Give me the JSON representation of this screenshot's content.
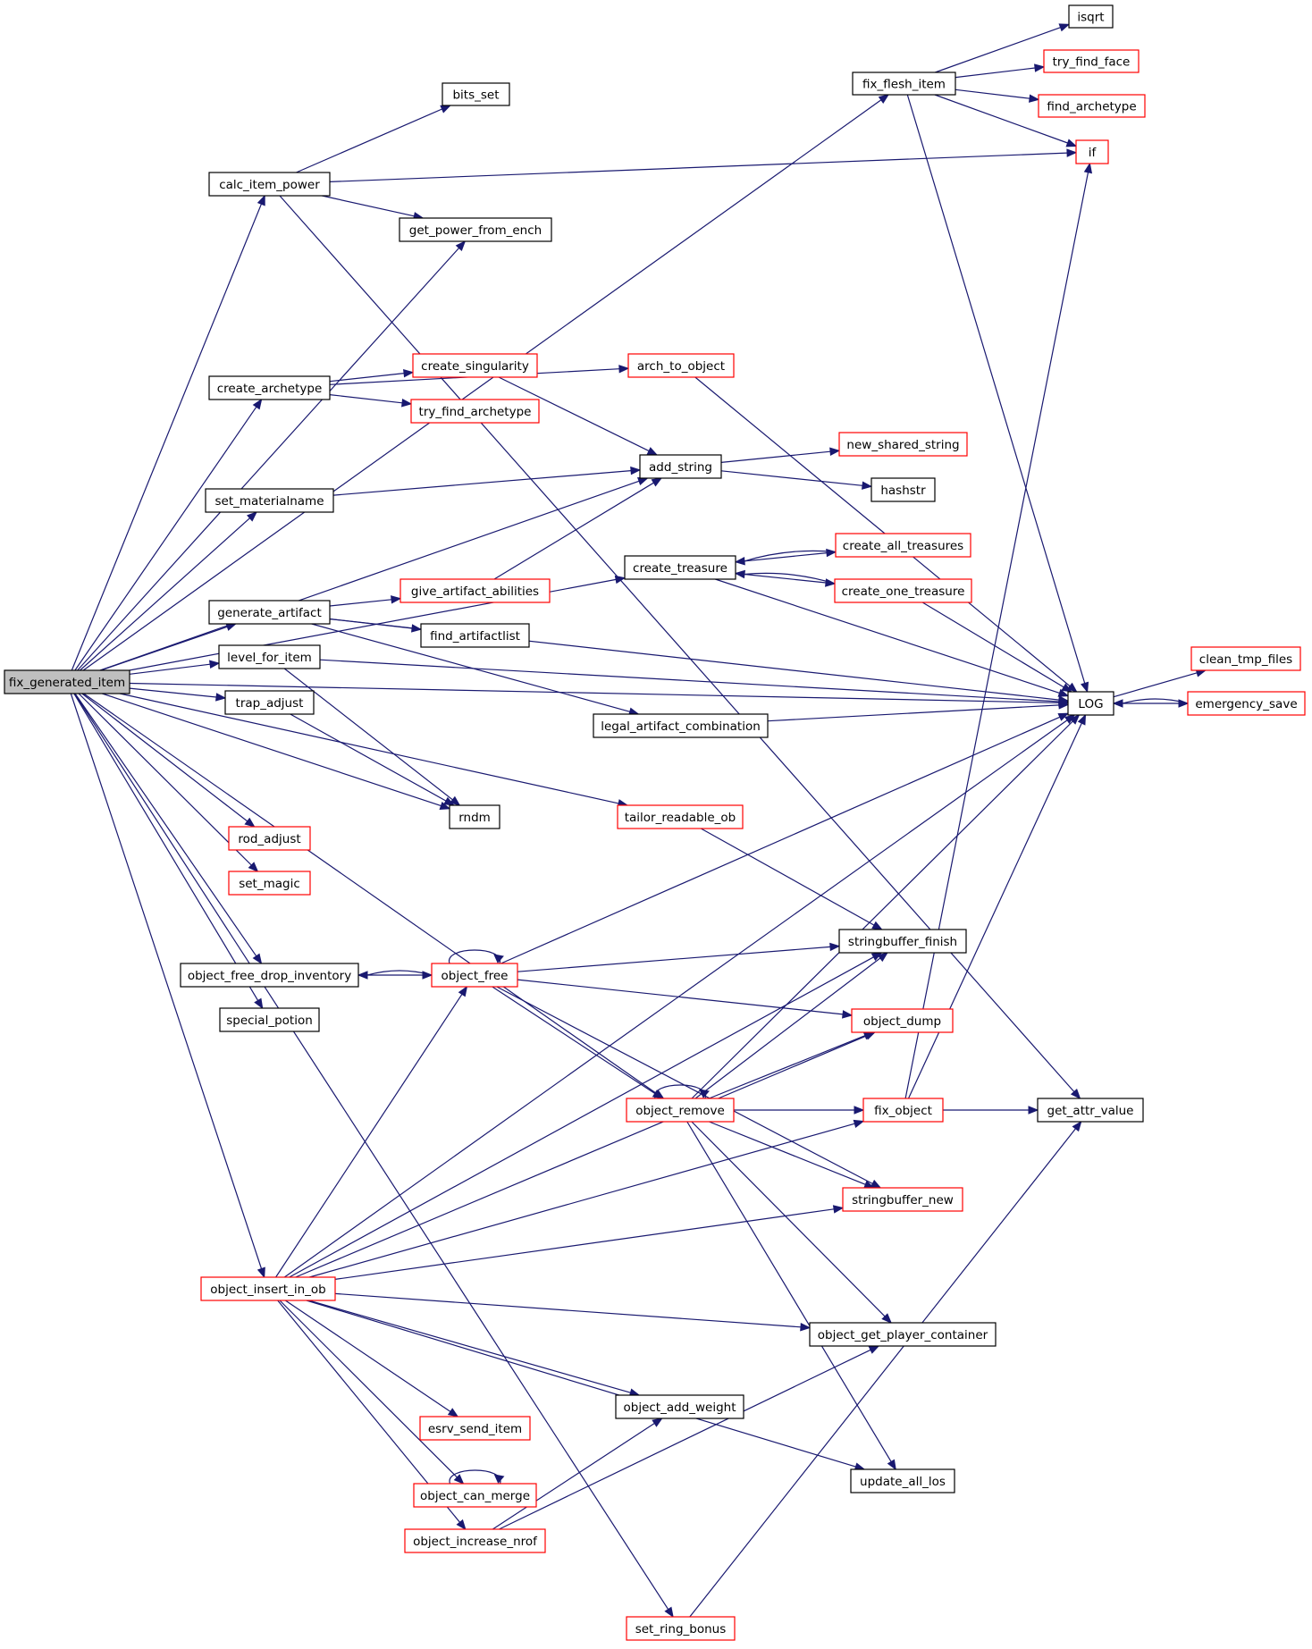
{
  "graph": {
    "root": "fix_generated_item",
    "colors": {
      "edge": "#191970",
      "normal_border": "#000000",
      "truncated_border": "#ff0000",
      "root_fill": "#bfbfbf"
    },
    "nodes": [
      {
        "id": "fix_generated_item",
        "label": "fix_generated_item",
        "style": "root"
      },
      {
        "id": "calc_item_power",
        "label": "calc_item_power",
        "style": "normal"
      },
      {
        "id": "bits_set",
        "label": "bits_set",
        "style": "normal"
      },
      {
        "id": "get_power_from_ench",
        "label": "get_power_from_ench",
        "style": "normal"
      },
      {
        "id": "fix_flesh_item",
        "label": "fix_flesh_item",
        "style": "normal"
      },
      {
        "id": "isqrt",
        "label": "isqrt",
        "style": "normal"
      },
      {
        "id": "try_find_face",
        "label": "try_find_face",
        "style": "truncated"
      },
      {
        "id": "find_archetype",
        "label": "find_archetype",
        "style": "truncated"
      },
      {
        "id": "if",
        "label": "if",
        "style": "truncated"
      },
      {
        "id": "create_archetype",
        "label": "create_archetype",
        "style": "normal"
      },
      {
        "id": "create_singularity",
        "label": "create_singularity",
        "style": "truncated"
      },
      {
        "id": "try_find_archetype",
        "label": "try_find_archetype",
        "style": "truncated"
      },
      {
        "id": "arch_to_object",
        "label": "arch_to_object",
        "style": "truncated"
      },
      {
        "id": "add_string",
        "label": "add_string",
        "style": "normal"
      },
      {
        "id": "new_shared_string",
        "label": "new_shared_string",
        "style": "truncated"
      },
      {
        "id": "hashstr",
        "label": "hashstr",
        "style": "normal"
      },
      {
        "id": "set_materialname",
        "label": "set_materialname",
        "style": "normal"
      },
      {
        "id": "create_treasure",
        "label": "create_treasure",
        "style": "normal"
      },
      {
        "id": "create_all_treasures",
        "label": "create_all_treasures",
        "style": "truncated"
      },
      {
        "id": "create_one_treasure",
        "label": "create_one_treasure",
        "style": "truncated"
      },
      {
        "id": "generate_artifact",
        "label": "generate_artifact",
        "style": "normal"
      },
      {
        "id": "give_artifact_abilities",
        "label": "give_artifact_abilities",
        "style": "truncated"
      },
      {
        "id": "find_artifactlist",
        "label": "find_artifactlist",
        "style": "normal"
      },
      {
        "id": "legal_artifact_combination",
        "label": "legal_artifact_combination",
        "style": "normal"
      },
      {
        "id": "level_for_item",
        "label": "level_for_item",
        "style": "normal"
      },
      {
        "id": "trap_adjust",
        "label": "trap_adjust",
        "style": "normal"
      },
      {
        "id": "rndm",
        "label": "rndm",
        "style": "normal"
      },
      {
        "id": "LOG",
        "label": "LOG",
        "style": "normal"
      },
      {
        "id": "clean_tmp_files",
        "label": "clean_tmp_files",
        "style": "truncated"
      },
      {
        "id": "emergency_save",
        "label": "emergency_save",
        "style": "truncated"
      },
      {
        "id": "tailor_readable_ob",
        "label": "tailor_readable_ob",
        "style": "truncated"
      },
      {
        "id": "rod_adjust",
        "label": "rod_adjust",
        "style": "truncated"
      },
      {
        "id": "set_magic",
        "label": "set_magic",
        "style": "truncated"
      },
      {
        "id": "stringbuffer_finish",
        "label": "stringbuffer_finish",
        "style": "normal"
      },
      {
        "id": "object_free_drop_inventory",
        "label": "object_free_drop_inventory",
        "style": "normal"
      },
      {
        "id": "object_free",
        "label": "object_free",
        "style": "truncated"
      },
      {
        "id": "object_dump",
        "label": "object_dump",
        "style": "truncated"
      },
      {
        "id": "special_potion",
        "label": "special_potion",
        "style": "normal"
      },
      {
        "id": "object_remove",
        "label": "object_remove",
        "style": "truncated"
      },
      {
        "id": "fix_object",
        "label": "fix_object",
        "style": "truncated"
      },
      {
        "id": "get_attr_value",
        "label": "get_attr_value",
        "style": "normal"
      },
      {
        "id": "stringbuffer_new",
        "label": "stringbuffer_new",
        "style": "truncated"
      },
      {
        "id": "object_insert_in_ob",
        "label": "object_insert_in_ob",
        "style": "truncated"
      },
      {
        "id": "object_get_player_container",
        "label": "object_get_player_container",
        "style": "normal"
      },
      {
        "id": "object_add_weight",
        "label": "object_add_weight",
        "style": "normal"
      },
      {
        "id": "esrv_send_item",
        "label": "esrv_send_item",
        "style": "truncated"
      },
      {
        "id": "object_can_merge",
        "label": "object_can_merge",
        "style": "truncated"
      },
      {
        "id": "update_all_los",
        "label": "update_all_los",
        "style": "normal"
      },
      {
        "id": "object_increase_nrof",
        "label": "object_increase_nrof",
        "style": "truncated"
      },
      {
        "id": "set_ring_bonus",
        "label": "set_ring_bonus",
        "style": "truncated"
      }
    ],
    "edges": [
      [
        "fix_generated_item",
        "calc_item_power"
      ],
      [
        "fix_generated_item",
        "fix_flesh_item"
      ],
      [
        "fix_generated_item",
        "get_power_from_ench"
      ],
      [
        "fix_generated_item",
        "LOG"
      ],
      [
        "fix_generated_item",
        "create_archetype"
      ],
      [
        "fix_generated_item",
        "add_string"
      ],
      [
        "fix_generated_item",
        "set_materialname"
      ],
      [
        "fix_generated_item",
        "create_treasure"
      ],
      [
        "fix_generated_item",
        "generate_artifact"
      ],
      [
        "fix_generated_item",
        "level_for_item"
      ],
      [
        "fix_generated_item",
        "trap_adjust"
      ],
      [
        "fix_generated_item",
        "rndm"
      ],
      [
        "fix_generated_item",
        "tailor_readable_ob"
      ],
      [
        "fix_generated_item",
        "rod_adjust"
      ],
      [
        "fix_generated_item",
        "set_magic"
      ],
      [
        "fix_generated_item",
        "object_free_drop_inventory"
      ],
      [
        "fix_generated_item",
        "special_potion"
      ],
      [
        "fix_generated_item",
        "object_remove"
      ],
      [
        "fix_generated_item",
        "object_insert_in_ob"
      ],
      [
        "fix_generated_item",
        "set_ring_bonus"
      ],
      [
        "calc_item_power",
        "bits_set"
      ],
      [
        "calc_item_power",
        "get_power_from_ench"
      ],
      [
        "calc_item_power",
        "if"
      ],
      [
        "calc_item_power",
        "get_attr_value"
      ],
      [
        "fix_flesh_item",
        "isqrt"
      ],
      [
        "fix_flesh_item",
        "try_find_face"
      ],
      [
        "fix_flesh_item",
        "find_archetype"
      ],
      [
        "fix_flesh_item",
        "if"
      ],
      [
        "fix_flesh_item",
        "LOG"
      ],
      [
        "create_archetype",
        "arch_to_object"
      ],
      [
        "create_archetype",
        "create_singularity"
      ],
      [
        "create_archetype",
        "try_find_archetype"
      ],
      [
        "create_singularity",
        "add_string"
      ],
      [
        "arch_to_object",
        "LOG"
      ],
      [
        "add_string",
        "new_shared_string"
      ],
      [
        "add_string",
        "hashstr"
      ],
      [
        "set_materialname",
        "add_string"
      ],
      [
        "create_treasure",
        "create_all_treasures"
      ],
      [
        "create_treasure",
        "create_one_treasure"
      ],
      [
        "create_treasure",
        "LOG"
      ],
      [
        "create_all_treasures",
        "create_treasure"
      ],
      [
        "create_one_treasure",
        "create_treasure"
      ],
      [
        "create_one_treasure",
        "LOG"
      ],
      [
        "generate_artifact",
        "give_artifact_abilities"
      ],
      [
        "generate_artifact",
        "find_artifactlist"
      ],
      [
        "generate_artifact",
        "LOG"
      ],
      [
        "generate_artifact",
        "legal_artifact_combination"
      ],
      [
        "give_artifact_abilities",
        "add_string"
      ],
      [
        "legal_artifact_combination",
        "LOG"
      ],
      [
        "level_for_item",
        "LOG"
      ],
      [
        "level_for_item",
        "rndm"
      ],
      [
        "trap_adjust",
        "rndm"
      ],
      [
        "LOG",
        "clean_tmp_files"
      ],
      [
        "LOG",
        "emergency_save"
      ],
      [
        "emergency_save",
        "LOG"
      ],
      [
        "tailor_readable_ob",
        "stringbuffer_finish"
      ],
      [
        "object_free_drop_inventory",
        "object_free"
      ],
      [
        "object_free",
        "object_free_drop_inventory"
      ],
      [
        "object_free",
        "object_free"
      ],
      [
        "object_free",
        "LOG"
      ],
      [
        "object_free",
        "stringbuffer_finish"
      ],
      [
        "object_free",
        "object_dump"
      ],
      [
        "object_free",
        "object_remove"
      ],
      [
        "object_free",
        "stringbuffer_new"
      ],
      [
        "object_remove",
        "object_remove"
      ],
      [
        "object_remove",
        "stringbuffer_finish"
      ],
      [
        "object_remove",
        "object_dump"
      ],
      [
        "object_remove",
        "LOG"
      ],
      [
        "object_remove",
        "fix_object"
      ],
      [
        "object_remove",
        "stringbuffer_new"
      ],
      [
        "object_remove",
        "object_get_player_container"
      ],
      [
        "object_remove",
        "update_all_los"
      ],
      [
        "fix_object",
        "if"
      ],
      [
        "fix_object",
        "LOG"
      ],
      [
        "fix_object",
        "get_attr_value"
      ],
      [
        "object_insert_in_ob",
        "object_free"
      ],
      [
        "object_insert_in_ob",
        "stringbuffer_finish"
      ],
      [
        "object_insert_in_ob",
        "object_dump"
      ],
      [
        "object_insert_in_ob",
        "fix_object"
      ],
      [
        "object_insert_in_ob",
        "stringbuffer_new"
      ],
      [
        "object_insert_in_ob",
        "LOG"
      ],
      [
        "object_insert_in_ob",
        "object_get_player_container"
      ],
      [
        "object_insert_in_ob",
        "object_add_weight"
      ],
      [
        "object_insert_in_ob",
        "esrv_send_item"
      ],
      [
        "object_insert_in_ob",
        "object_can_merge"
      ],
      [
        "object_insert_in_ob",
        "object_increase_nrof"
      ],
      [
        "object_insert_in_ob",
        "update_all_los"
      ],
      [
        "object_can_merge",
        "object_can_merge"
      ],
      [
        "object_increase_nrof",
        "object_add_weight"
      ],
      [
        "object_increase_nrof",
        "object_get_player_container"
      ],
      [
        "set_ring_bonus",
        "get_attr_value"
      ]
    ]
  }
}
